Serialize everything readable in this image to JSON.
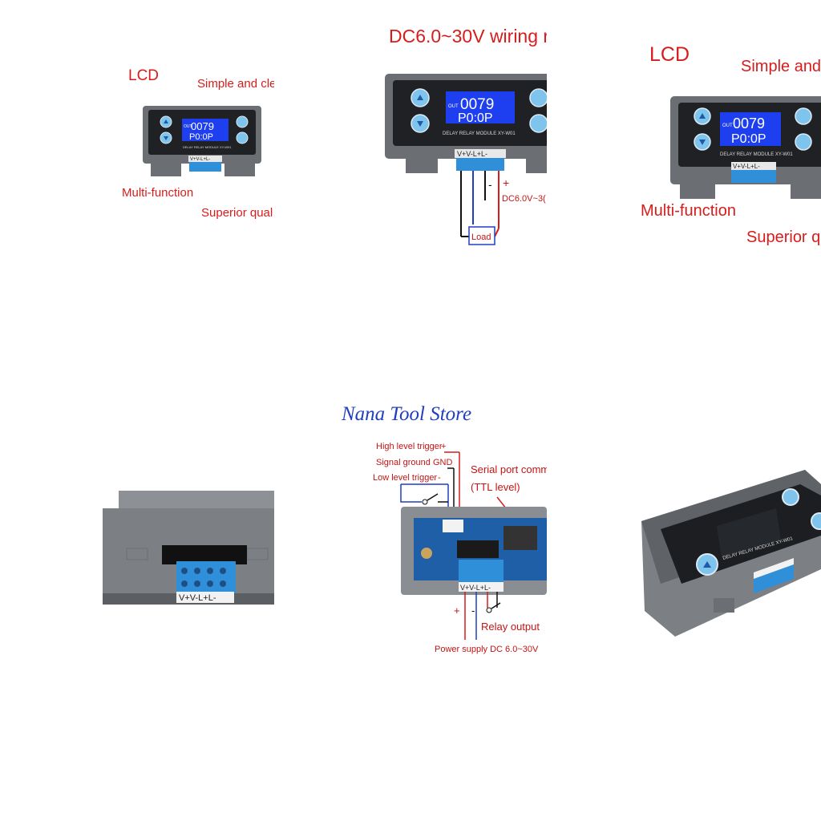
{
  "store_name": "Nana Tool Store",
  "module": {
    "display_out": "OUT",
    "display_value": "0079",
    "display_mode": "P0:0P",
    "label": "DELAY RELAY MODULE XY-W01",
    "terminal_label_top": "V+V-L+L-",
    "terminal_label_bottom": "V+V-L+L-"
  },
  "tile1": {
    "lcd": "LCD",
    "simple": "Simple and cle",
    "multi": "Multi-function",
    "superior": "Superior qual"
  },
  "tile2": {
    "title": "DC6.0~30V wiring r",
    "minus": "-",
    "plus": "+",
    "dc_label": "DC6.0V~3(",
    "load": "Load"
  },
  "tile3": {
    "lcd": "LCD",
    "simple": "Simple and",
    "multi": "Multi-function",
    "superior": "Superior q"
  },
  "tile5": {
    "high_trigger": "High level trigger",
    "high_sign": "+",
    "signal_gnd": "Signal ground GND",
    "low_trigger": "Low level trigger",
    "low_sign": "-",
    "serial": "Serial port comm",
    "ttl": "(TTL level)",
    "plus": "+",
    "minus": "-",
    "relay_output": "Relay output",
    "power_supply": "Power supply DC 6.0~30V"
  },
  "colors": {
    "red_text": "#d81c1c",
    "store_blue": "#1f3fbf",
    "lcd_blue": "#1d3ff0",
    "housing_gray": "#6b6f74",
    "terminal_blue": "#2f8fd8"
  }
}
